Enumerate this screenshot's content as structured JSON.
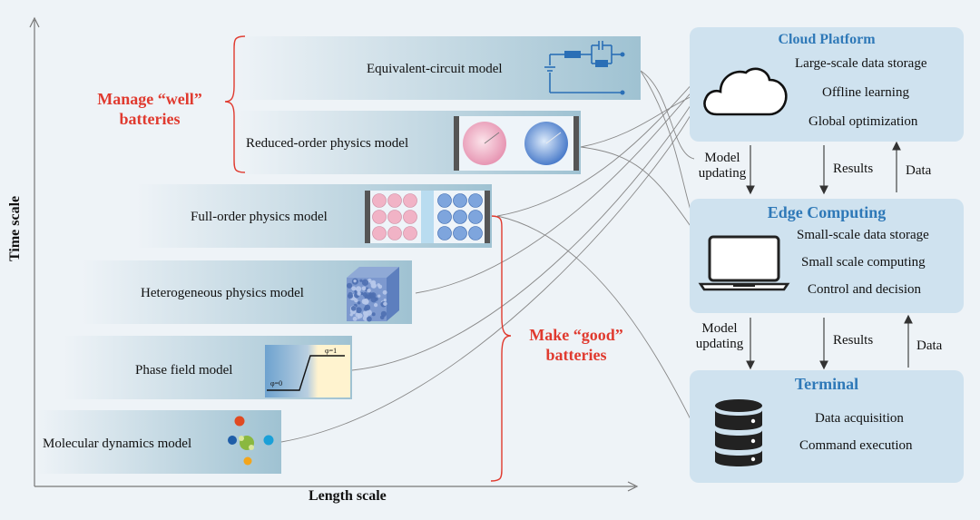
{
  "axes": {
    "y_label": "Time scale",
    "x_label": "Length scale"
  },
  "models": [
    {
      "label": "Equivalent-circuit model",
      "icon": "circuit-icon"
    },
    {
      "label": "Reduced-order physics model",
      "icon": "particles-icon"
    },
    {
      "label": "Full-order physics model",
      "icon": "electrode-icon"
    },
    {
      "label": "Heterogeneous physics model",
      "icon": "microstructure-icon"
    },
    {
      "label": "Phase field model",
      "icon": "phase-field-icon",
      "phi0": "φ=0",
      "phi1": "φ=1"
    },
    {
      "label": "Molecular dynamics model",
      "icon": "molecule-icon"
    }
  ],
  "groups": {
    "manage": {
      "line1": "Manage “well”",
      "line2": "batteries"
    },
    "make": {
      "line1": "Make “good”",
      "line2": "batteries"
    }
  },
  "cloud": {
    "title": "Cloud Platform",
    "items": [
      "Large-scale  data storage",
      "Offline  learning",
      "Global optimization"
    ]
  },
  "edge": {
    "title": "Edge Computing",
    "items": [
      "Small-scale data storage",
      "Small scale computing",
      "Control and decision"
    ]
  },
  "terminal": {
    "title": "Terminal",
    "items": [
      "Data acquisition",
      "Command  execution"
    ]
  },
  "flows": {
    "model_updating_1": "Model",
    "model_updating_2": "updating",
    "results": "Results",
    "data": "Data"
  },
  "colors": {
    "accent_red": "#e03a2f",
    "panel_title_blue": "#2f79b8",
    "panel_bg": "#cfe2ef"
  }
}
